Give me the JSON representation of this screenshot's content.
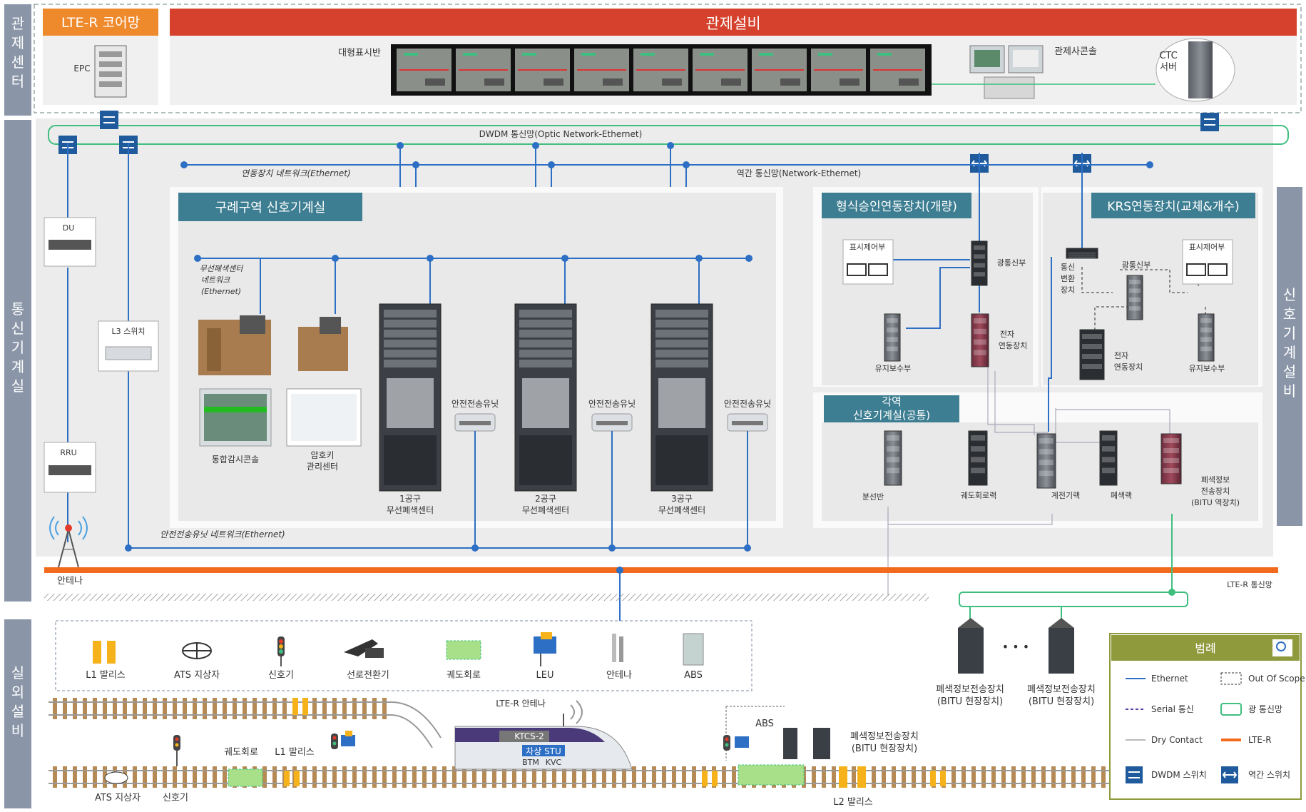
{
  "side_labels": {
    "control_center": "관제센터",
    "comm_room": "통신기계실",
    "field": "실외설비",
    "signal_room": "신호기계설비"
  },
  "core": {
    "title": "LTE-R 코어망",
    "epc": "EPC"
  },
  "control": {
    "title": "관제설비",
    "display": "대형표시반",
    "console": "관제사콘솔",
    "ctc_line1": "CTC",
    "ctc_line2": "서버"
  },
  "network": {
    "dwdm": "DWDM 통신망(Optic Network-Ethernet)",
    "interlock_net": "연동장치 네트워크(Ethernet)",
    "station_net": "역간 통신망(Network-Ethernet)",
    "safety_net": "안전전송유닛 네트워크(Ethernet)",
    "wireless_net_1": "무선폐색센터",
    "wireless_net_2": "네트워크",
    "wireless_net_3": "(Ethernet)"
  },
  "comm": {
    "du": "DU",
    "l3": "L3 스위치",
    "rru": "RRU",
    "antenna": "안테나"
  },
  "gurye": {
    "title": "구례구역 신호기계실",
    "integrated_console": "통합감시콘솔",
    "key_mgmt_1": "암호키",
    "key_mgmt_2": "관리센터",
    "stu": "안전전송유닛",
    "rbc1_a": "1공구",
    "rbc1_b": "무선폐색센터",
    "rbc2_a": "2공구",
    "rbc2_b": "무선폐색센터",
    "rbc3_a": "3공구",
    "rbc3_b": "무선폐색센터"
  },
  "type_approval": {
    "title": "형식승인연동장치(개량)",
    "display_ctrl": "표시제어부",
    "opt_signal": "광통신부",
    "maint": "유지보수부",
    "ei_1": "전자",
    "ei_2": "연동장치"
  },
  "krs": {
    "title": "KRS연동장치(교체&개수)",
    "comm_conv_1": "통신",
    "comm_conv_2": "변환",
    "comm_conv_3": "장치",
    "opt_signal": "광통신부",
    "display_ctrl": "표시제어부",
    "ei_1": "전자",
    "ei_2": "연동장치",
    "maint": "유지보수부"
  },
  "station_room": {
    "title_1": "각역",
    "title_2": "신호기계실(공통)",
    "dist": "분선반",
    "track": "궤도회로랙",
    "relay": "계전기랙",
    "block": "폐색랙",
    "bitu_1": "폐색정보",
    "bitu_2": "전송장치",
    "bitu_3": "(BITU 역장치)"
  },
  "lte_r_net": "LTE-R 통신망",
  "bitu_field": {
    "l1": "폐색정보전송장치",
    "l2": "(BITU 현장장치)",
    "dots": "• • •"
  },
  "field_legend": [
    {
      "icon": "l1-balise-icon",
      "label": "L1 발리스"
    },
    {
      "icon": "ats-icon",
      "label": "ATS 지상자"
    },
    {
      "icon": "signal-icon",
      "label": "신호기"
    },
    {
      "icon": "point-machine-icon",
      "label": "선로전환기"
    },
    {
      "icon": "track-circuit-icon",
      "label": "궤도회로"
    },
    {
      "icon": "leu-icon",
      "label": "LEU"
    },
    {
      "icon": "antenna-icon",
      "label": "안테나"
    },
    {
      "icon": "abs-icon",
      "label": "ABS"
    }
  ],
  "track": {
    "lte_antenna": "LTE-R 안테나",
    "ktcs": "KTCS-2",
    "stu_on": "차상 STU",
    "btm": "BTM",
    "kvc": "KVC",
    "track_circuit": "궤도회로",
    "l1_balise": "L1 발리스",
    "ats": "ATS 지상자",
    "signal": "신호기",
    "abs": "ABS",
    "bitu_1": "폐색정보전송장치",
    "bitu_2": "(BITU 현장장치)",
    "l2_balise": "L2 발리스"
  },
  "legend": {
    "title": "범례",
    "items": [
      {
        "key": "ethernet",
        "label": "Ethernet"
      },
      {
        "key": "out_of_scope",
        "label": "Out Of Scope"
      },
      {
        "key": "serial",
        "label": "Serial 통신"
      },
      {
        "key": "optical",
        "label": "광 통신망"
      },
      {
        "key": "dry",
        "label": "Dry Contact"
      },
      {
        "key": "lte",
        "label": "LTE-R"
      },
      {
        "key": "dwdm_switch",
        "label": "DWDM 스위치"
      },
      {
        "key": "station_switch",
        "label": "역간 스위치"
      }
    ]
  },
  "colors": {
    "orange": "#ef8a2c",
    "red": "#d5412c",
    "teal": "#3e7e92",
    "blue": "#2d6fc4",
    "green": "#3fbf7f",
    "lte": "#f26b1d",
    "grey_bg": "#ececec",
    "side": "#8a96a8",
    "legend_hdr": "#8e9a3c"
  }
}
